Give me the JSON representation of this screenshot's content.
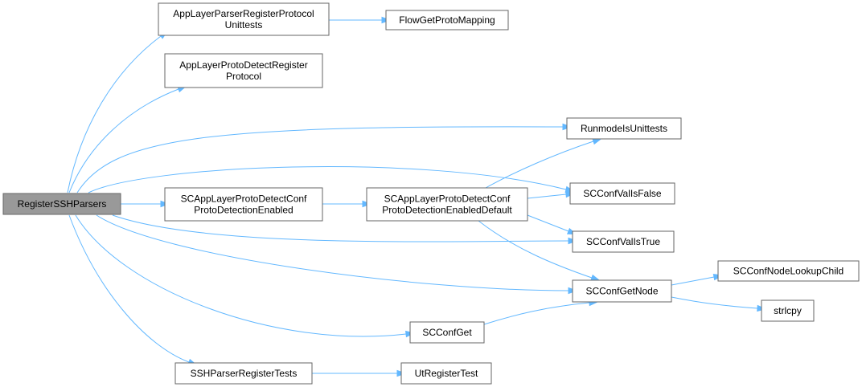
{
  "diagram": {
    "nodes": [
      {
        "id": "n_root",
        "lines": [
          "RegisterSSHParsers"
        ],
        "root": true
      },
      {
        "id": "n_alprt",
        "lines": [
          "AppLayerParserRegisterProtocol",
          "Unittests"
        ]
      },
      {
        "id": "n_fgpm",
        "lines": [
          "FlowGetProtoMapping"
        ]
      },
      {
        "id": "n_alpdrp",
        "lines": [
          "AppLayerProtoDetectRegister",
          "Protocol"
        ]
      },
      {
        "id": "n_rmu",
        "lines": [
          "RunmodeIsUnittests"
        ]
      },
      {
        "id": "n_cvf",
        "lines": [
          "SCConfValIsFalse"
        ]
      },
      {
        "id": "n_apde",
        "lines": [
          "SCAppLayerProtoDetectConf",
          "ProtoDetectionEnabled"
        ]
      },
      {
        "id": "n_apded",
        "lines": [
          "SCAppLayerProtoDetectConf",
          "ProtoDetectionEnabledDefault"
        ]
      },
      {
        "id": "n_cvt",
        "lines": [
          "SCConfValIsTrue"
        ]
      },
      {
        "id": "n_cnlc",
        "lines": [
          "SCConfNodeLookupChild"
        ]
      },
      {
        "id": "n_cgn",
        "lines": [
          "SCConfGetNode"
        ]
      },
      {
        "id": "n_strlcpy",
        "lines": [
          "strlcpy"
        ]
      },
      {
        "id": "n_cg",
        "lines": [
          "SCConfGet"
        ]
      },
      {
        "id": "n_sshrt",
        "lines": [
          "SSHParserRegisterTests"
        ]
      },
      {
        "id": "n_urt",
        "lines": [
          "UtRegisterTest"
        ]
      }
    ],
    "edges": [
      [
        "n_root",
        "n_alprt"
      ],
      [
        "n_root",
        "n_alpdrp"
      ],
      [
        "n_root",
        "n_rmu"
      ],
      [
        "n_root",
        "n_cvf"
      ],
      [
        "n_root",
        "n_apde"
      ],
      [
        "n_root",
        "n_cvt"
      ],
      [
        "n_root",
        "n_cgn"
      ],
      [
        "n_root",
        "n_cg"
      ],
      [
        "n_root",
        "n_sshrt"
      ],
      [
        "n_alprt",
        "n_fgpm"
      ],
      [
        "n_apde",
        "n_apded"
      ],
      [
        "n_apded",
        "n_rmu"
      ],
      [
        "n_apded",
        "n_cvf"
      ],
      [
        "n_apded",
        "n_cvt"
      ],
      [
        "n_apded",
        "n_cgn"
      ],
      [
        "n_cg",
        "n_cgn"
      ],
      [
        "n_cgn",
        "n_cnlc"
      ],
      [
        "n_cgn",
        "n_strlcpy"
      ],
      [
        "n_sshrt",
        "n_urt"
      ]
    ]
  }
}
